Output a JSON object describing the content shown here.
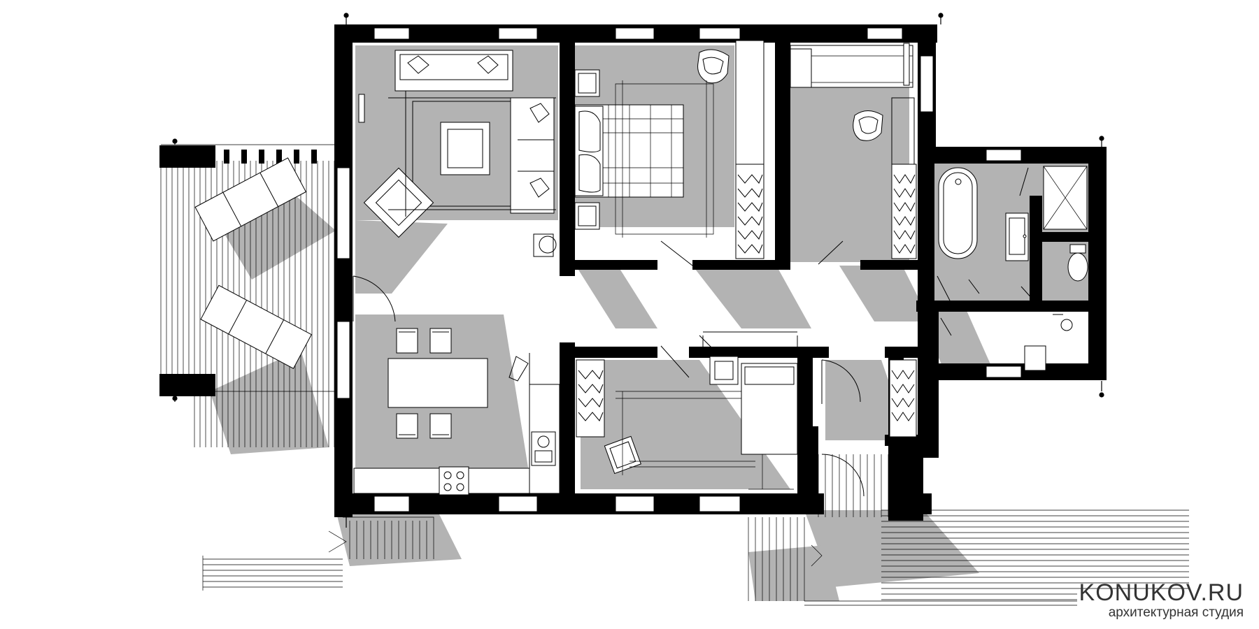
{
  "brand": {
    "name": "KONUKOV.RU",
    "subtitle": "архитектурная студия"
  },
  "colors": {
    "wall": "#000000",
    "shadow": "#b3b3b3",
    "line": "#000000",
    "background": "#ffffff"
  },
  "rooms": [
    {
      "id": "living-room",
      "furniture": [
        "sofa",
        "coffee-table",
        "armchair",
        "side-table"
      ]
    },
    {
      "id": "bedroom-master",
      "furniture": [
        "double-bed",
        "nightstands",
        "armchair",
        "wardrobe"
      ]
    },
    {
      "id": "bedroom-second",
      "furniture": [
        "single-bed",
        "armchair",
        "desk",
        "wardrobe"
      ]
    },
    {
      "id": "bathroom",
      "furniture": [
        "bathtub",
        "sink",
        "shower",
        "toilet"
      ]
    },
    {
      "id": "kitchen-dining",
      "furniture": [
        "dining-table",
        "chairs",
        "stove",
        "sink"
      ]
    },
    {
      "id": "bedroom-third",
      "furniture": [
        "single-bed",
        "desk-chair",
        "wardrobe",
        "nightstand"
      ]
    },
    {
      "id": "terrace",
      "furniture": [
        "sun-lounger",
        "sun-lounger"
      ]
    }
  ]
}
